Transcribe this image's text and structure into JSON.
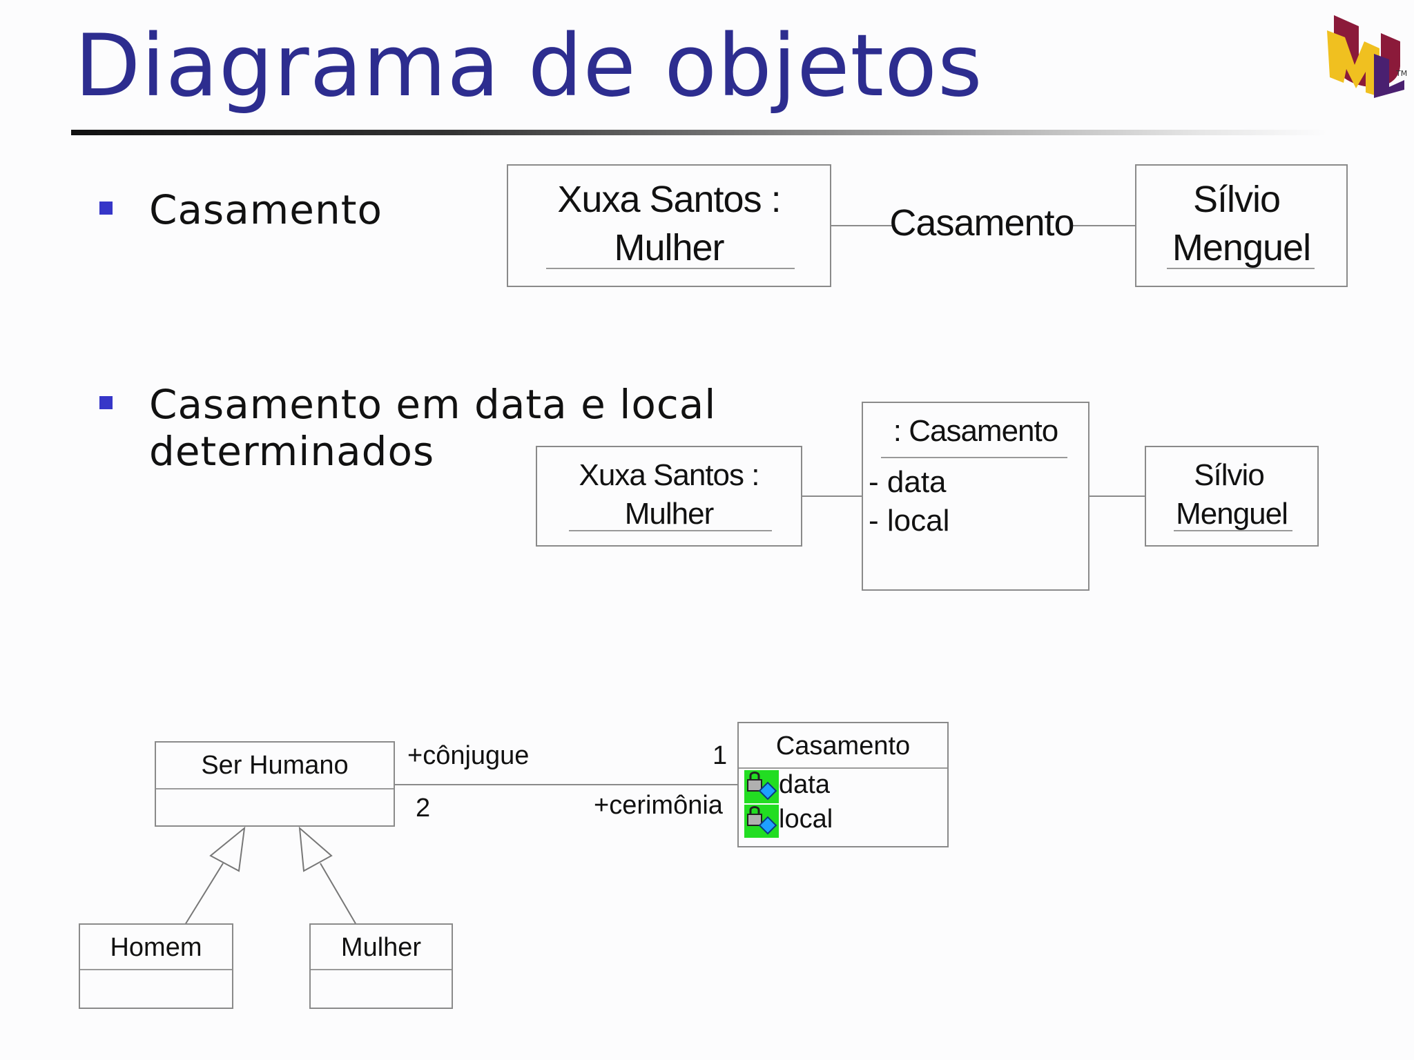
{
  "title": "Diagrama de objetos",
  "bullets": [
    {
      "text": "Casamento"
    },
    {
      "line1": "Casamento em data e local",
      "line2": "determinados"
    }
  ],
  "diagram1": {
    "left_object": {
      "line1": "Xuxa Santos :",
      "line2": "Mulher"
    },
    "link_label": "Casamento",
    "right_object": {
      "line1": "Sílvio",
      "line2": "Menguel"
    }
  },
  "diagram2": {
    "left_object": {
      "line1": "Xuxa Santos :",
      "line2": "Mulher"
    },
    "middle_object": {
      "name": ": Casamento",
      "attributes": [
        "- data",
        "- local"
      ]
    },
    "right_object": {
      "line1": "Sílvio",
      "line2": "Menguel"
    }
  },
  "class_diagram": {
    "ser_humano": "Ser Humano",
    "homem": "Homem",
    "mulher": "Mulher",
    "casamento": {
      "name": "Casamento",
      "attributes": [
        "data",
        "local"
      ]
    },
    "association": {
      "role_left": "+cônjugue",
      "mult_left": "2",
      "role_right": "+cerimônia",
      "mult_right": "1"
    }
  },
  "logo": {
    "letters": "UML",
    "tm": "TM"
  },
  "colors": {
    "title": "#2d2d8f",
    "bullet": "#3636c8",
    "icon_bg": "#22dd22"
  }
}
